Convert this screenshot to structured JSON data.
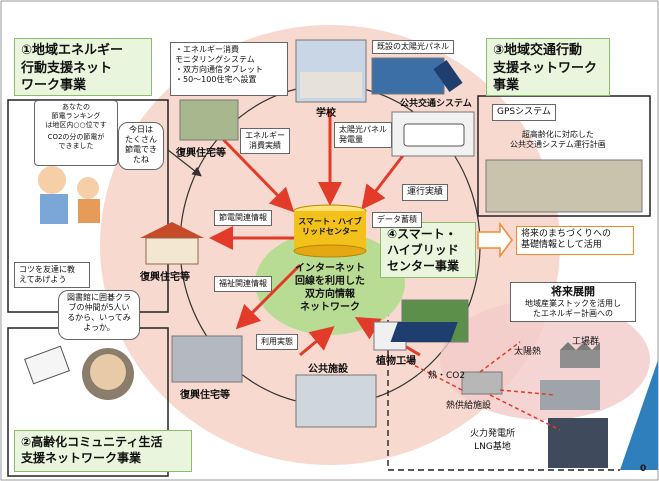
{
  "box1": {
    "lines": [
      "①地域エネルギー",
      "行動支援ネット",
      "ワーク事業"
    ]
  },
  "box2": {
    "lines": [
      "②高齢化コミュニティ生活",
      "支援ネットワーク事業"
    ]
  },
  "box3": {
    "lines": [
      "③地域交通行動",
      "支援ネットワーク",
      "事業"
    ]
  },
  "box4": {
    "lines": [
      "④スマート・",
      "ハイブリッド",
      "センター事業"
    ]
  },
  "note_energy_system": {
    "lines": [
      "・エネルギー消費",
      "モニタリングシステム",
      "・双方向通信タブレット",
      "・50～100住宅へ設置"
    ]
  },
  "tablet": {
    "lines": [
      "あなたの",
      "節電ランキング",
      "は地区内○○位です",
      "CO2の分の節電が",
      "できました"
    ]
  },
  "bubble_today": {
    "lines": [
      "今日は",
      "たくさん",
      "節電でき",
      "たね"
    ]
  },
  "note_tips": {
    "lines": [
      "コツを友達に教",
      "えてあげよう"
    ]
  },
  "bubble_elder": {
    "lines": [
      "図書館に囲碁クラ",
      "ブの仲間が5人い",
      "るから、いってみ",
      "よっか。"
    ]
  },
  "labels": {
    "existing_solar": "既設の太陽光パネル",
    "school": "学校",
    "public_transport": "公共交通システム",
    "gps": "GPSシステム",
    "transport_plan": [
      "超高齢化に対応した",
      "公共交通システム運行計画"
    ],
    "energy_actual": [
      "エネルギー",
      "消費実績"
    ],
    "solar_gen": [
      "太陽光パネル",
      "発電量"
    ],
    "reconstruction_top": "復興住宅等",
    "reconstruction_mid": "復興住宅等",
    "reconstruction_bottom": "復興住宅等",
    "operation_record": "運行実績",
    "data_storage": "データ蓄積",
    "power_saving_info": "節電関連情報",
    "welfare_info": "福祉関連情報",
    "usage_record": "利用実態",
    "public_facility": "公共施設",
    "plant_factory": "植物工場",
    "heat_co2": "熱・CO2",
    "solar_heat": "太陽熱",
    "factories": "工場群",
    "heat_supply": "熱供給施設",
    "power_plant": [
      "火力発電所",
      "LNG基地"
    ],
    "future_plan": [
      "将来のまちづくりへの",
      "基礎情報として活用"
    ],
    "future_title": "将来展開",
    "future_desc": [
      "地域産業ストックを活用し",
      "たエネルギー計画への"
    ],
    "page_num": "0"
  },
  "center": {
    "name": [
      "スマート・ハイブ",
      "リッドセンター"
    ],
    "desc": [
      "インターネット",
      "回線を利用した",
      "双方向情報",
      "ネットワーク"
    ]
  },
  "colors": {
    "ring": "#f7d9cf",
    "green_box": "#e9f5dc",
    "cylinder": "#f3c21a",
    "center_green": "#b9dc95",
    "arrow_red": "#e23b2a",
    "arrow_orange": "#f28a2c",
    "accent_blue": "#2f7fbd"
  }
}
